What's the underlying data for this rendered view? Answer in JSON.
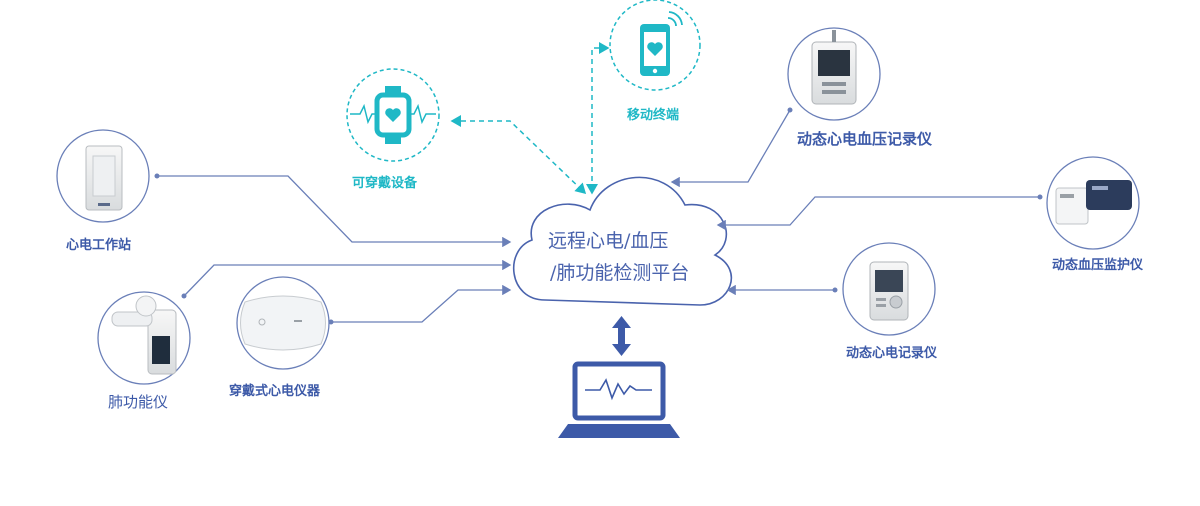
{
  "platform": {
    "line1": "远程心电/血压",
    "line2": "/肺功能检测平台"
  },
  "devices": {
    "wearable": "可穿戴设备",
    "mobile": "移动终端",
    "holter_bp": "动态心电血压记录仪",
    "ecg_station": "心电工作站",
    "ambulatory_bp": "动态血压监护仪",
    "holter_ecg": "动态心电记录仪",
    "spirometer": "肺功能仪",
    "wearable_ecg": "穿戴式心电仪器"
  },
  "colors": {
    "line_blue": "#6a7fb8",
    "teal": "#1fb8c6",
    "label_blue": "#3d5aa8",
    "cloud_stroke": "#4a63ad"
  }
}
